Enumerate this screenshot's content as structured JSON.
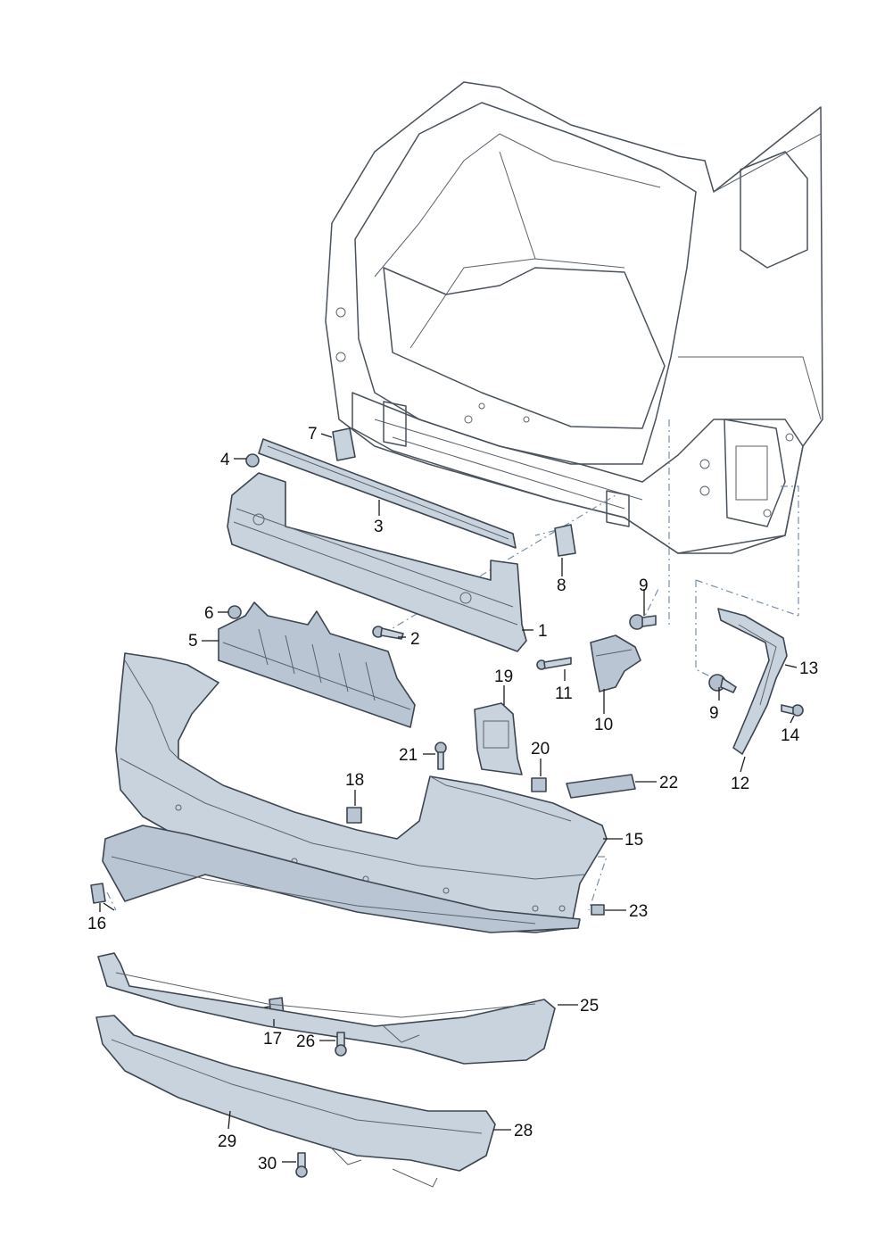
{
  "colors": {
    "part_fill": "#c9d3de",
    "part_dark": "#9aa8b8",
    "body_fill": "#e7ecf1",
    "stroke": "#3d4650",
    "dash": "#7a8fa6"
  },
  "parts": [
    {
      "n": "1"
    },
    {
      "n": "2"
    },
    {
      "n": "3"
    },
    {
      "n": "4"
    },
    {
      "n": "5"
    },
    {
      "n": "6"
    },
    {
      "n": "7"
    },
    {
      "n": "8"
    },
    {
      "n": "9"
    },
    {
      "n": "9"
    },
    {
      "n": "10"
    },
    {
      "n": "11"
    },
    {
      "n": "12"
    },
    {
      "n": "13"
    },
    {
      "n": "14"
    },
    {
      "n": "15"
    },
    {
      "n": "16"
    },
    {
      "n": "17"
    },
    {
      "n": "18"
    },
    {
      "n": "19"
    },
    {
      "n": "20"
    },
    {
      "n": "21"
    },
    {
      "n": "22"
    },
    {
      "n": "23"
    },
    {
      "n": "25"
    },
    {
      "n": "26"
    },
    {
      "n": "28"
    },
    {
      "n": "29"
    },
    {
      "n": "30"
    }
  ]
}
